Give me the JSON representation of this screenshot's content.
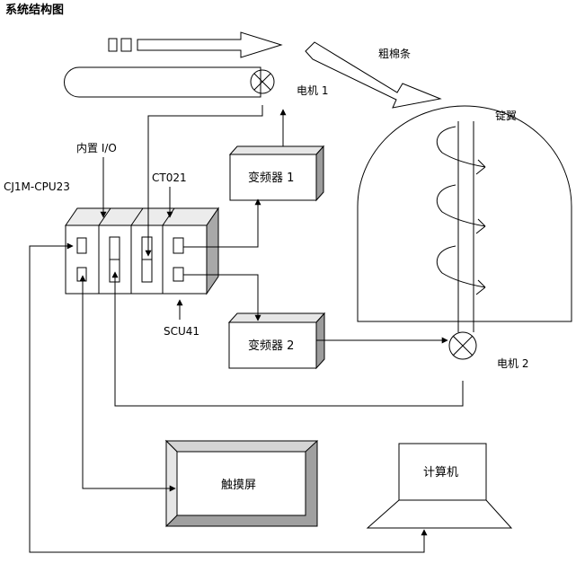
{
  "title": "系统结构图",
  "labels": {
    "roving": "粗棉条",
    "motor1": "电机 1",
    "spindle": "锭翼",
    "builtin_io": "内置 I/O",
    "ct021": "CT021",
    "cpu": "CJ1M-CPU23",
    "inverter1": "变频器 1",
    "inverter2": "变频器 2",
    "scu41": "SCU41",
    "motor2": "电机 2",
    "touchscreen": "触摸屏",
    "computer": "计算机"
  }
}
